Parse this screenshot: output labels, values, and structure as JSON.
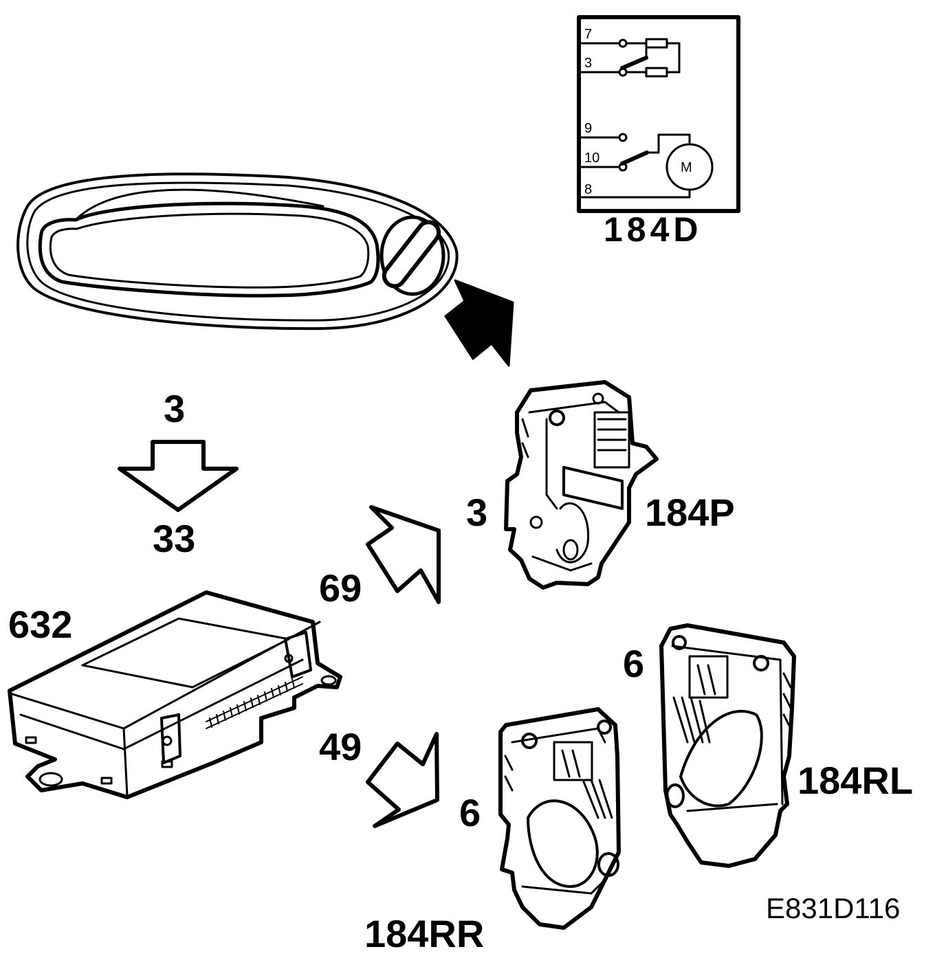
{
  "schematic": {
    "title": "184D",
    "switch_pins": {
      "pin_7": "7",
      "pin_3": "3"
    },
    "motor_pins": {
      "pin_9": "9",
      "pin_10": "10",
      "pin_8": "8"
    },
    "motor_symbol": "M"
  },
  "flow": {
    "from": "3",
    "to": "33",
    "output_pin_lock": "69",
    "output_pin_unlock": "49"
  },
  "components": {
    "control_module": "632",
    "lock_front": {
      "id": "184P",
      "pin": "3"
    },
    "lock_rear_right": {
      "id": "184RR",
      "pin": "6"
    },
    "lock_rear_left": {
      "id": "184RL",
      "pin": "6"
    }
  },
  "icons": {
    "door_handle": "door-handle-with-key-lock",
    "solid_arrow": "solid-black-arrow",
    "hollow_arrows": "hollow-outline-arrows",
    "motor": "motor-circle-symbol"
  },
  "reference": "E831D116"
}
